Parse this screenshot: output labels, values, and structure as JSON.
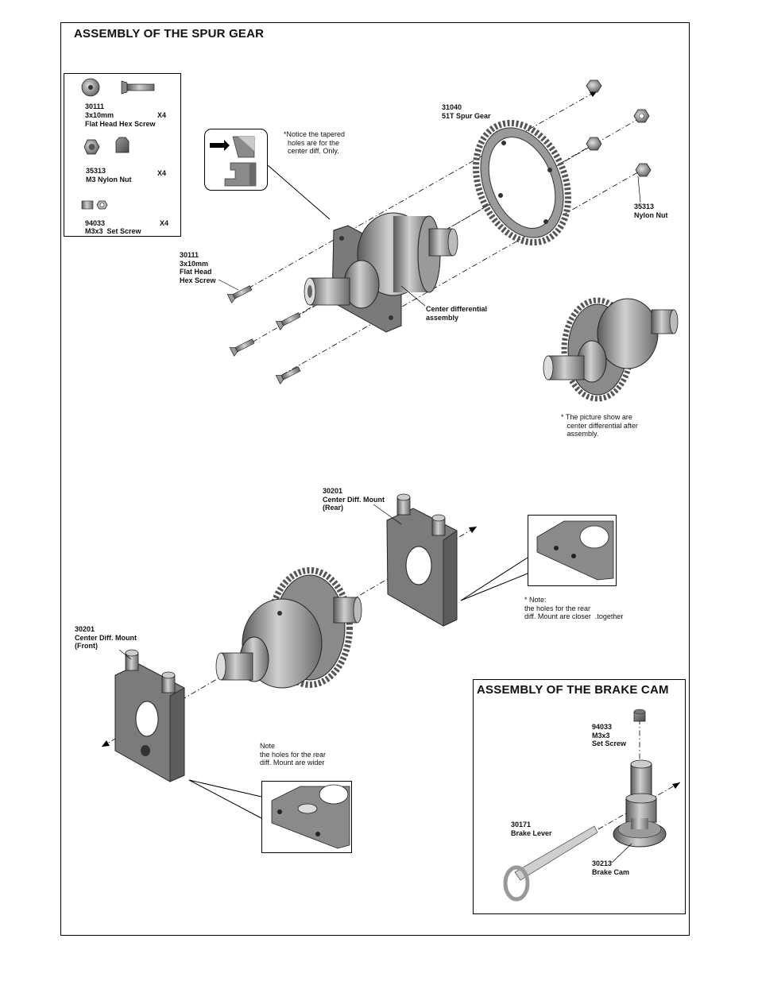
{
  "spur_title": "ASSEMBLY OF THE SPUR GEAR",
  "brake_title": "ASSEMBLY OF THE BRAKE CAM",
  "parts_box": [
    {
      "code": "30111",
      "spec": "3x10mm",
      "name": "Flat Head Hex Screw",
      "qty": "X4"
    },
    {
      "code": "35313",
      "spec": "M3 Nylon Nut",
      "qty": "X4"
    },
    {
      "code": "94033",
      "spec": "M3x3  Set Screw",
      "qty": "X4"
    }
  ],
  "labels": {
    "spur_gear": "31040\n51T Spur Gear",
    "nylon_nut": "35313\nNylon Nut",
    "flat_head": "30111\n3x10mm\nFlat Head\nHex Screw",
    "center_diff": "Center differential\nassembly",
    "mount_rear": "30201\nCenter Diff. Mount\n(Rear)",
    "mount_front": "30201\nCenter Diff. Mount\n(Front)",
    "set_screw": "94033\nM3x3\nSet Screw",
    "brake_lever": "30171\nBrake Lever",
    "brake_cam": "30213\nBrake Cam"
  },
  "notes": {
    "tapered": "*Notice the tapered\n  holes are for the\n  center diff. Only.",
    "picture_show": "* The picture show are\n   center differential after\n   assembly.",
    "rear_closer": "* Note:\nthe holes for the rear\ndiff. Mount are closer  .together",
    "rear_wider": "Note\nthe holes for the rear\ndiff. Mount are wider"
  },
  "colors": {
    "metal": "#8a8a8a",
    "metal_dark": "#555555",
    "metal_light": "#c8c8c8",
    "line": "#000000"
  }
}
